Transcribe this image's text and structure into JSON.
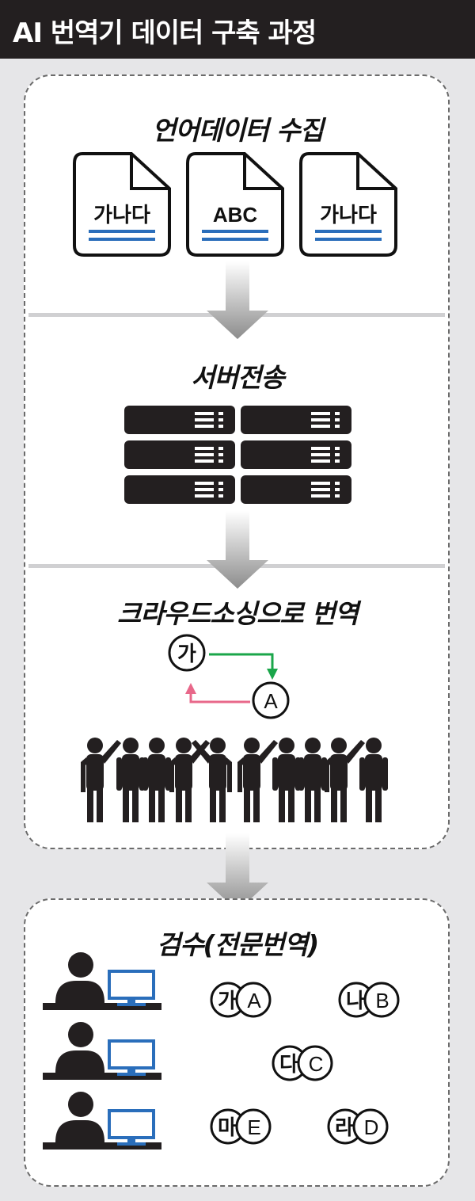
{
  "title": "AI 번역기 데이터 구축 과정",
  "steps": {
    "collect": {
      "heading": "언어데이터 수집",
      "docs": [
        "가나다",
        "ABC",
        "가나다"
      ]
    },
    "transfer": {
      "heading": "서버전송"
    },
    "crowd": {
      "heading": "크라우드소싱으로 번역",
      "source_char": "가",
      "target_char": "A"
    },
    "review": {
      "heading": "검수(전문번역)",
      "pairs": [
        {
          "ko": "가",
          "en": "A"
        },
        {
          "ko": "나",
          "en": "B"
        },
        {
          "ko": "다",
          "en": "C"
        },
        {
          "ko": "마",
          "en": "E"
        },
        {
          "ko": "라",
          "en": "D"
        }
      ]
    }
  },
  "colors": {
    "accent_blue": "#2a6ebb",
    "forward_arrow": "#1aa64a",
    "back_arrow": "#e8688a",
    "dark": "#231f20"
  }
}
